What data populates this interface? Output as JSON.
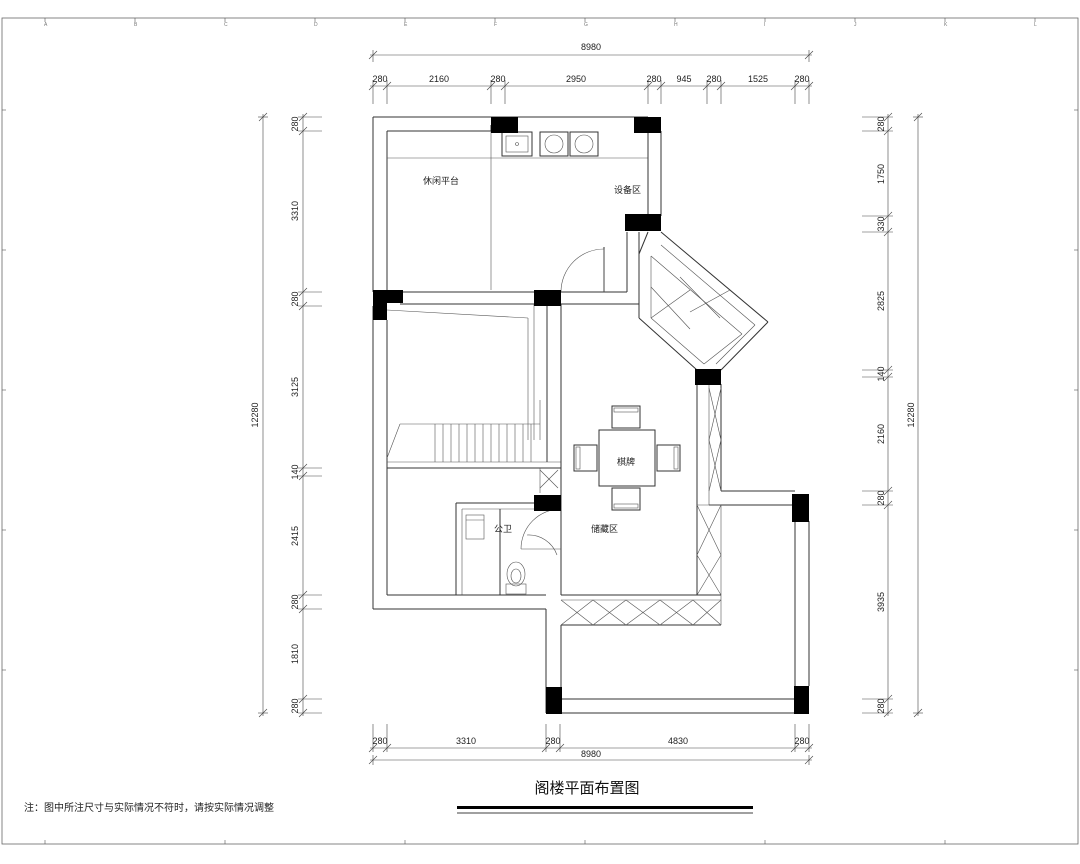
{
  "drawing": {
    "title": "阁楼平面布置图",
    "note": "注：图中所注尺寸与实际情况不符时，请按实际情况调整",
    "top_overall": "8980",
    "top_segments": [
      "280",
      "2160",
      "280",
      "2950",
      "280",
      "945",
      "280",
      "1525",
      "280"
    ],
    "bottom_segments": [
      "280",
      "3310",
      "280",
      "4830",
      "280"
    ],
    "bottom_overall": "8980",
    "left_segments": [
      "280",
      "3310",
      "280",
      "3125",
      "140",
      "2415",
      "280",
      "1810",
      "280"
    ],
    "left_overall": "12280",
    "right_segments": [
      "280",
      "1750",
      "330",
      "2825",
      "140",
      "2160",
      "280",
      "3935",
      "280"
    ],
    "right_overall": "12280",
    "rooms": {
      "leisure": "休闲平台",
      "equipment": "设备区",
      "chess": "棋牌",
      "storage": "储藏区",
      "toilet": "公卫"
    },
    "frame_ticks": [
      "A",
      "B",
      "C",
      "D",
      "E",
      "F",
      "G",
      "H",
      "I",
      "J",
      "K",
      "L"
    ]
  }
}
